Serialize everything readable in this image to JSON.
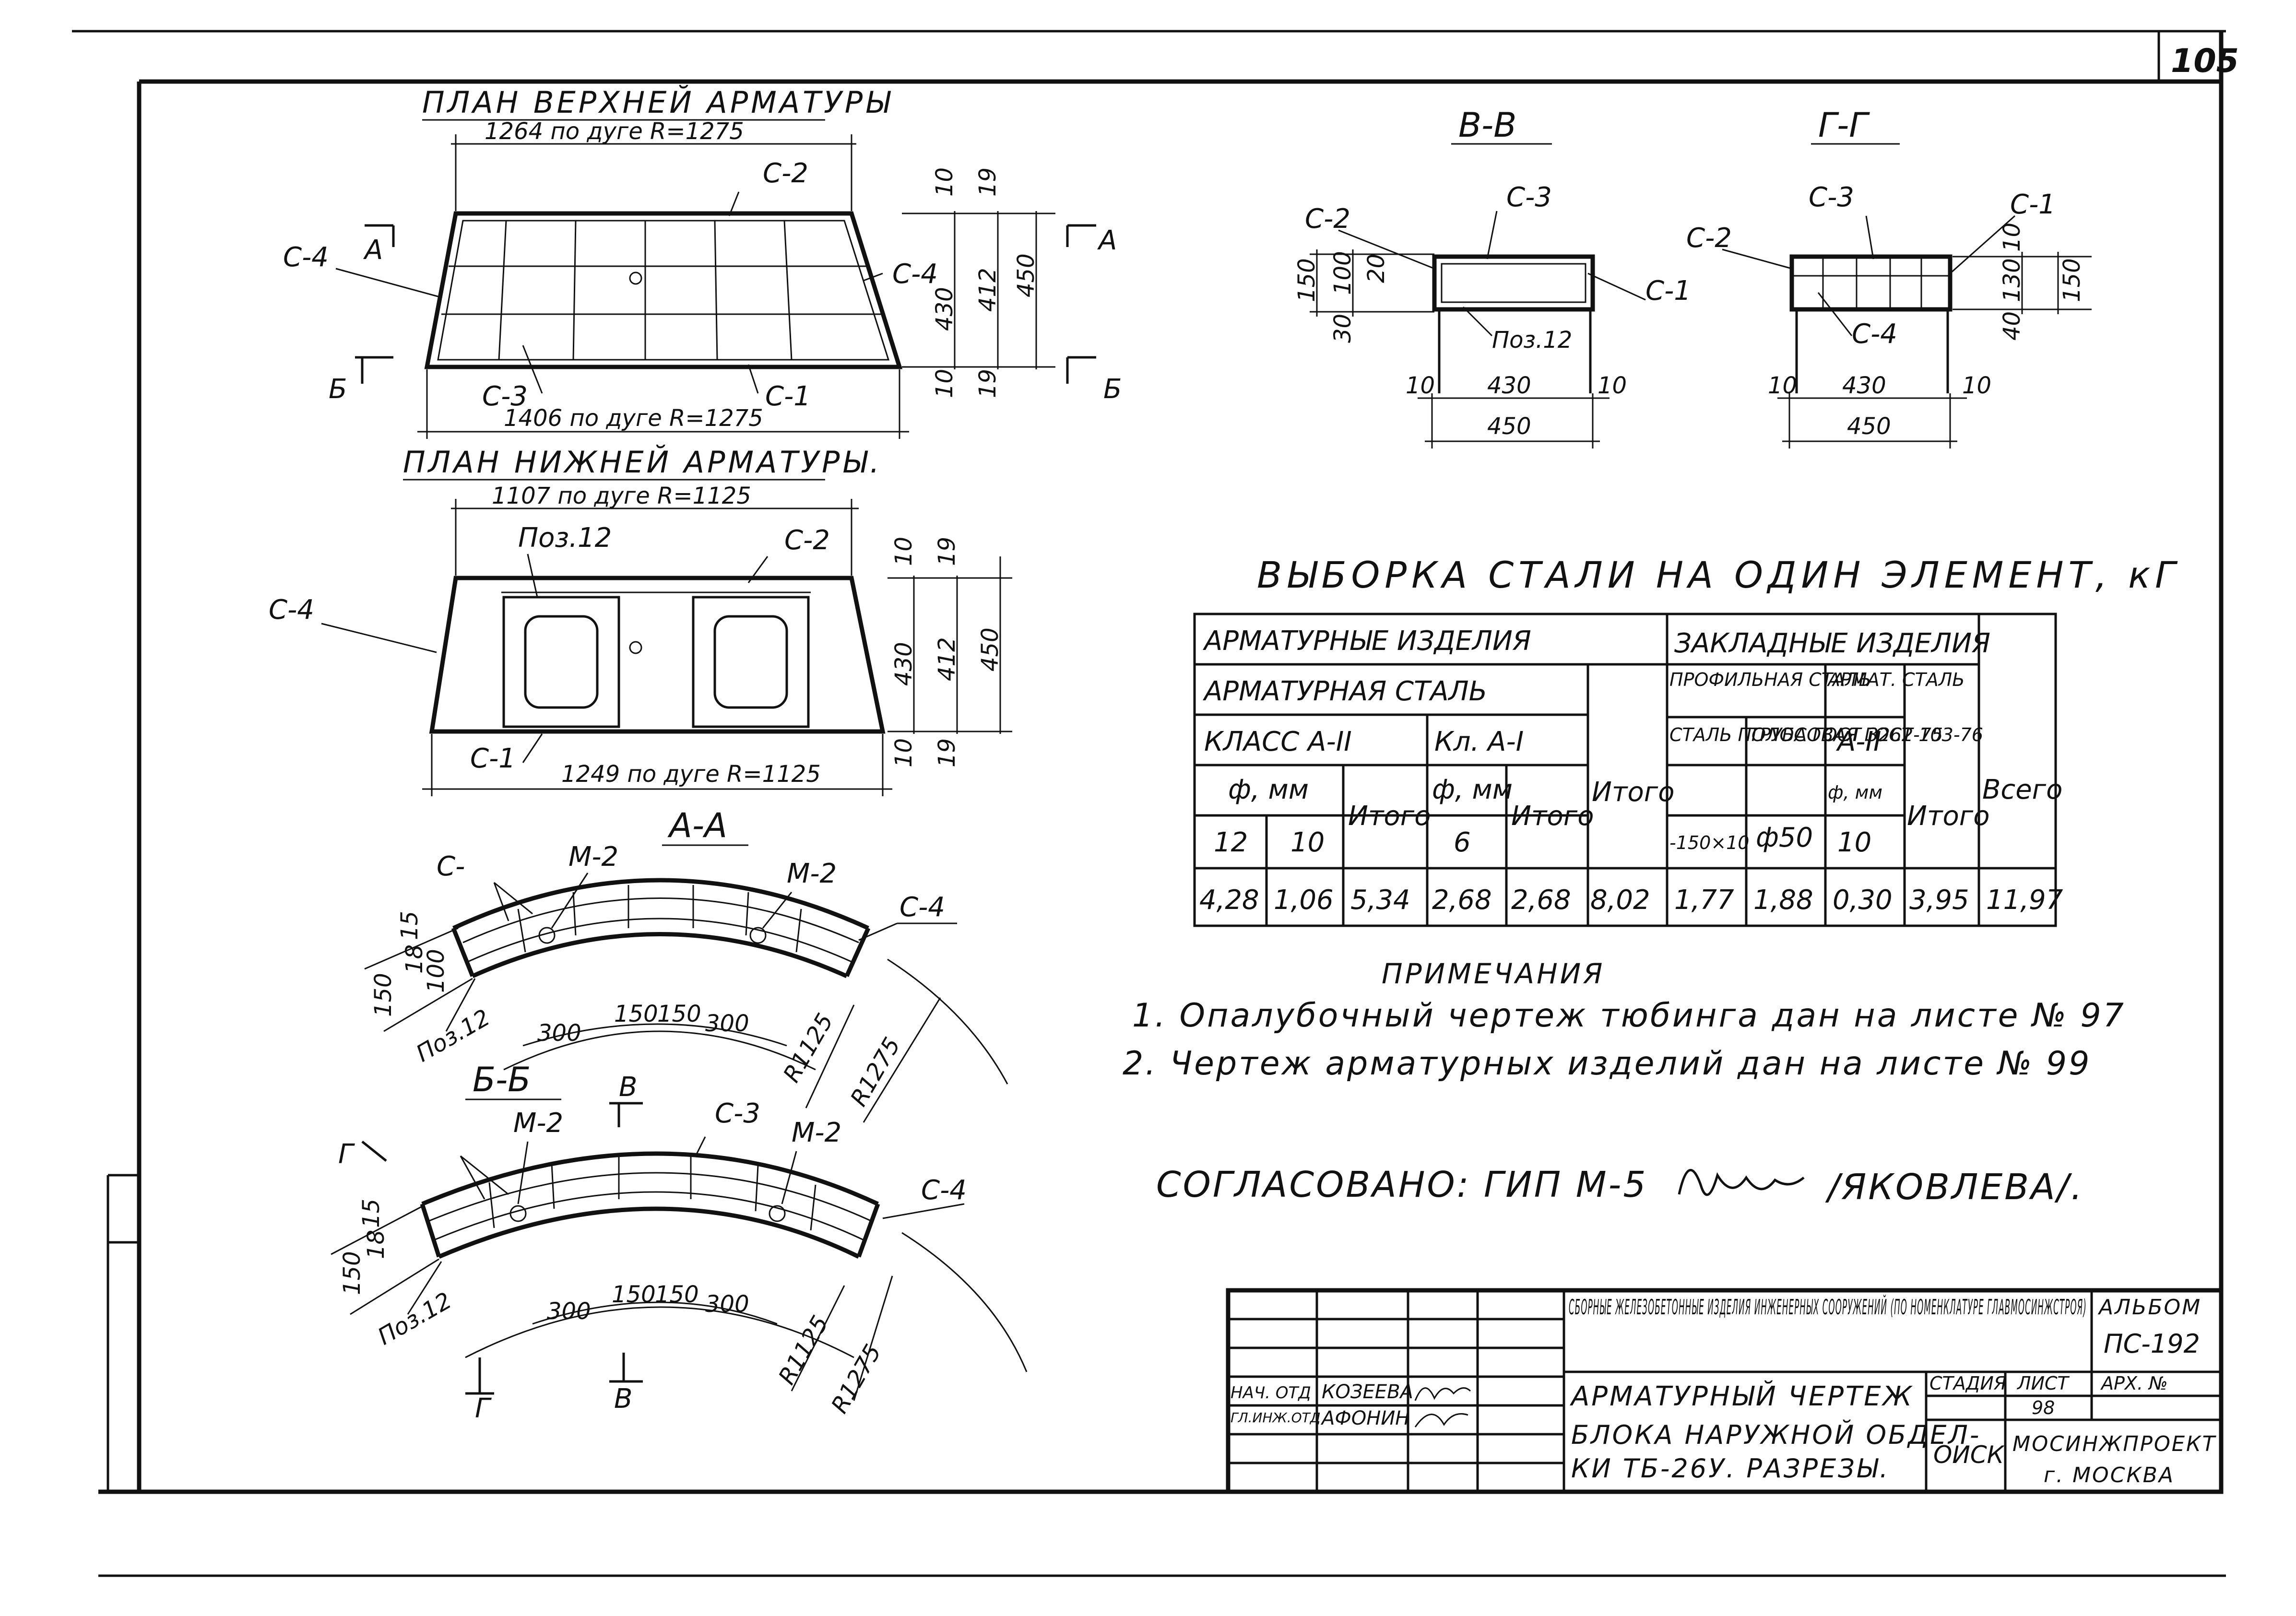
{
  "sheet_number": "105",
  "top_plan": {
    "title": "ПЛАН ВЕРХНЕЙ АРМАТУРЫ",
    "top_dim": "1264 по дуге R=1275",
    "bottom_dim": "1406 по дуге R=1275",
    "labels": [
      "С-2",
      "С-4",
      "С-4",
      "С-3",
      "С-1"
    ],
    "section_a": "А",
    "section_b": "Б",
    "dims_right": [
      "10",
      "19",
      "430",
      "412",
      "450",
      "10",
      "19"
    ]
  },
  "bottom_plan": {
    "title": "ПЛАН НИЖНЕЙ АРМАТУРЫ.",
    "top_dim": "1107 по дуге R=1125",
    "bottom_dim": "1249 по дуге R=1125",
    "labels": [
      "Поз.12",
      "С-2",
      "С-4",
      "С-1"
    ],
    "dims_right": [
      "10",
      "19",
      "430",
      "412",
      "450",
      "10",
      "19"
    ]
  },
  "section_vv": {
    "title": "В-В",
    "labels": [
      "С-2",
      "С-3",
      "С-1",
      "Поз.12"
    ],
    "dims": [
      "150",
      "100",
      "20",
      "30",
      "10",
      "430",
      "10",
      "450"
    ]
  },
  "section_gg": {
    "title": "Г-Г",
    "labels": [
      "С-2",
      "С-3",
      "С-1",
      "С-4"
    ],
    "dims": [
      "10",
      "130",
      "150",
      "40",
      "10",
      "430",
      "10",
      "450"
    ]
  },
  "section_aa": {
    "title": "А-А",
    "labels": [
      "С-",
      "М-2",
      "М-2",
      "С-4",
      "Поз.12"
    ],
    "dims": [
      "15",
      "18",
      "100",
      "150",
      "300",
      "150",
      "150",
      "300",
      "R1125",
      "R1275"
    ]
  },
  "section_bb": {
    "title": "Б-Б",
    "cut_v": "В",
    "cut_g": "Г",
    "labels": [
      "М-2",
      "С-3",
      "М-2",
      "С-4",
      "Поз.12"
    ],
    "dims": [
      "15",
      "18",
      "150",
      "300",
      "150",
      "150",
      "300",
      "R1125",
      "R1275"
    ]
  },
  "steel_table": {
    "title": "ВЫБОРКА СТАЛИ НА ОДИН ЭЛЕМЕНТ, кГ",
    "h_arm_izd": "АРМАТУРНЫЕ ИЗДЕЛИЯ",
    "h_zakl_izd": "ЗАКЛАДНЫЕ ИЗДЕЛИЯ",
    "h_arm_stal": "АРМАТУРНАЯ СТАЛЬ",
    "h_prof_stal": "ПРОФИЛЬНАЯ СТАЛЬ",
    "h_armat_stal": "АРМАТ. СТАЛЬ",
    "h_klass_a2": "КЛАСС А-II",
    "h_kl_a1": "Кл. А-I",
    "h_stal_pol": "СТАЛЬ ПОЛОСОВАЯ ГОСТ 103-76",
    "h_truba": "ТРУБА ГОСТ 3262-75",
    "h_a2": "А-II",
    "h_phi_mm": "ф, мм",
    "h_itogo": "Итого",
    "h_vsego": "Всего",
    "sizes": [
      "12",
      "10",
      "6",
      "-150×10",
      "ф50",
      "10"
    ],
    "values": [
      "4,28",
      "1,06",
      "5,34",
      "2,68",
      "2,68",
      "8,02",
      "1,77",
      "1,88",
      "0,30",
      "3,95",
      "11,97"
    ]
  },
  "notes": {
    "title": "ПРИМЕЧАНИЯ",
    "items": [
      "1. Опалубочный чертеж тюбинга дан на листе № 97",
      "2. Чертеж арматурных изделий дан на листе № 99"
    ]
  },
  "approval": {
    "text": "СОГЛАСОВАНО: ГИП М-5",
    "name": "/ЯКОВЛЕВА/."
  },
  "stamp": {
    "project": "СБОРНЫЕ ЖЕЛЕЗОБЕТОННЫЕ ИЗДЕЛИЯ ИНЖЕНЕРНЫХ СООРУЖЕНИЙ (ПО НОМЕНКЛАТУРЕ ГЛАВМОСИНЖСТРОЯ)",
    "album_label": "АЛЬБОМ",
    "album": "ПС-192",
    "drawing_title_1": "АРМАТУРНЫЙ ЧЕРТЕЖ",
    "drawing_title_2": "БЛОКА НАРУЖНОЙ ОБДЕЛ-",
    "drawing_title_3": "КИ ТБ-26У. РАЗРЕЗЫ.",
    "stage_label": "СТАДИЯ",
    "sheet_label": "ЛИСТ",
    "arch_label": "АРХ. №",
    "sheet": "98",
    "stage": "ОИСК",
    "org": "МОСИНЖПРОЕКТ",
    "city": "г. МОСКВА",
    "role_1": "НАЧ. ОТД",
    "person_1": "КОЗЕЕВА",
    "role_2": "ГЛ.ИНЖ.ОТД",
    "person_2": "АФОНИН"
  }
}
